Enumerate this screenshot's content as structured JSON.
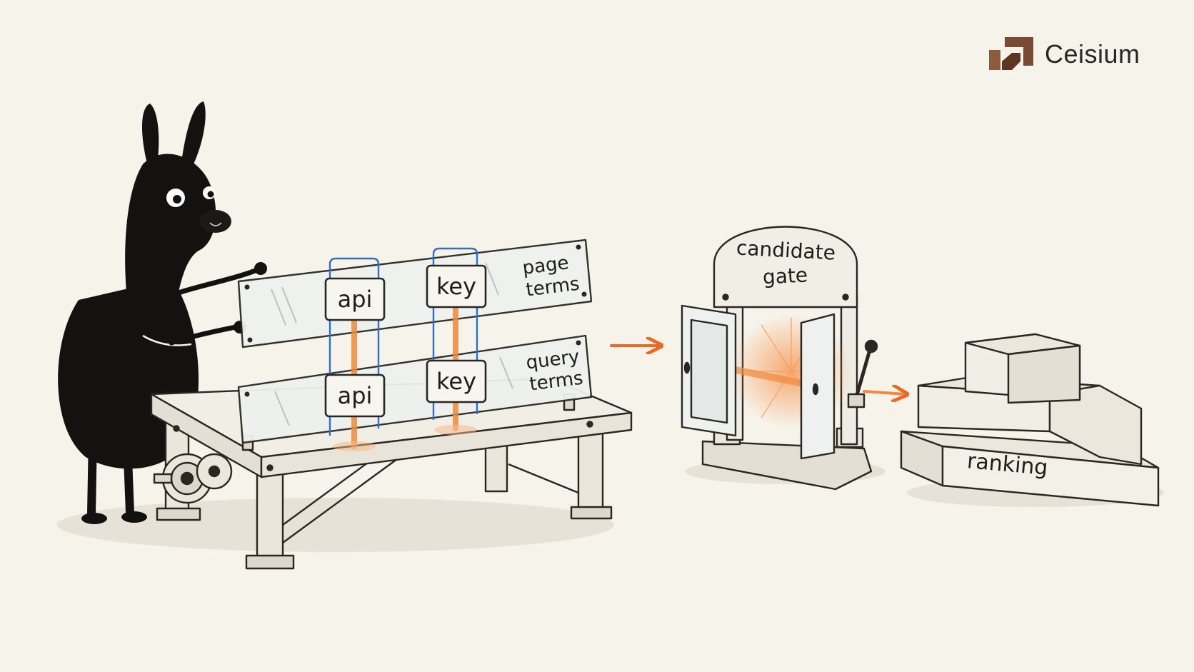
{
  "brand": {
    "name": "Ceisium",
    "icon": "ceisium-logo-icon",
    "color": "#7a4a32"
  },
  "bench": {
    "rows": [
      {
        "label_line1": "page",
        "label_line2": "terms",
        "tokens": [
          "api",
          "key"
        ]
      },
      {
        "label_line1": "query",
        "label_line2": "terms",
        "tokens": [
          "api",
          "key"
        ]
      }
    ]
  },
  "gate": {
    "label_line1": "candidate",
    "label_line2": "gate"
  },
  "podium": {
    "label": "ranking"
  },
  "colors": {
    "match_line": "#f08a3c",
    "bracket": "#2f6fc4",
    "ink": "#1f1c19",
    "paper": "#f6f3ea"
  }
}
